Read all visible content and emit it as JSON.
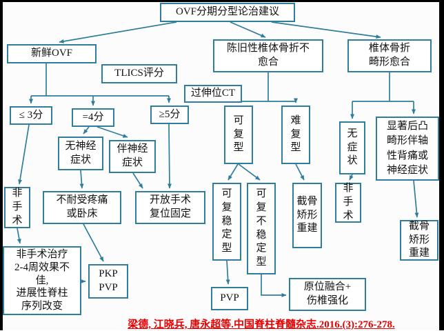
{
  "colors": {
    "accent": "#2e7d9c",
    "citation": "#e60000",
    "page_bg": "#fcfcfc"
  },
  "nodes": {
    "title": "OVF分期分型论治建议",
    "fresh_ovf": "新鲜OVF",
    "tlics_score": "TLICS评分",
    "old_nonunion": "陈旧性椎体骨折不\n愈合",
    "malunion": "椎体骨折\n畸形愈合",
    "hyperextension_ct": "过伸位CT",
    "score_le3": "≤ 3分",
    "score_eq4": "=4分",
    "score_ge5": "≥5分",
    "no_neuro_symptoms": "无神经\n症状",
    "with_neuro_symptoms": "伴神经\n症状",
    "nonsurgical_left": "非\n手\n术",
    "pain_or_bedrest_intolerant": "不耐受疼痛\n或卧床",
    "open_surgery": "开放手术\n复位固定",
    "nonsurgical_failure": "非手术治疗\n2-4周效果不\n佳,\n进展性脊柱\n序列改变",
    "pkp_pvp": "PKP\nPVP",
    "reducible": "可\n复\n型",
    "irreducible": "难\n复\n型",
    "reducible_stable": "可\n复\n稳\n定\n型",
    "reducible_unstable": "可\n复\n不\n稳\n定\n型",
    "osteotomy_mid": "截骨\n矫形\n重建",
    "pvp": "PVP",
    "in_situ_fusion": "原位融合+\n伤椎强化",
    "asymptomatic": "无\n症\n状",
    "kyphosis_symptoms": "显著后凸\n畸形伴轴\n性背痛或\n神经症状",
    "nonsurgical_right": "非\n手\n术",
    "osteotomy_right": "截骨\n矫形\n重建"
  },
  "citation": "梁德, 江晓兵, 唐永超等.中国脊柱脊髓杂志.2016.(3):276-278."
}
